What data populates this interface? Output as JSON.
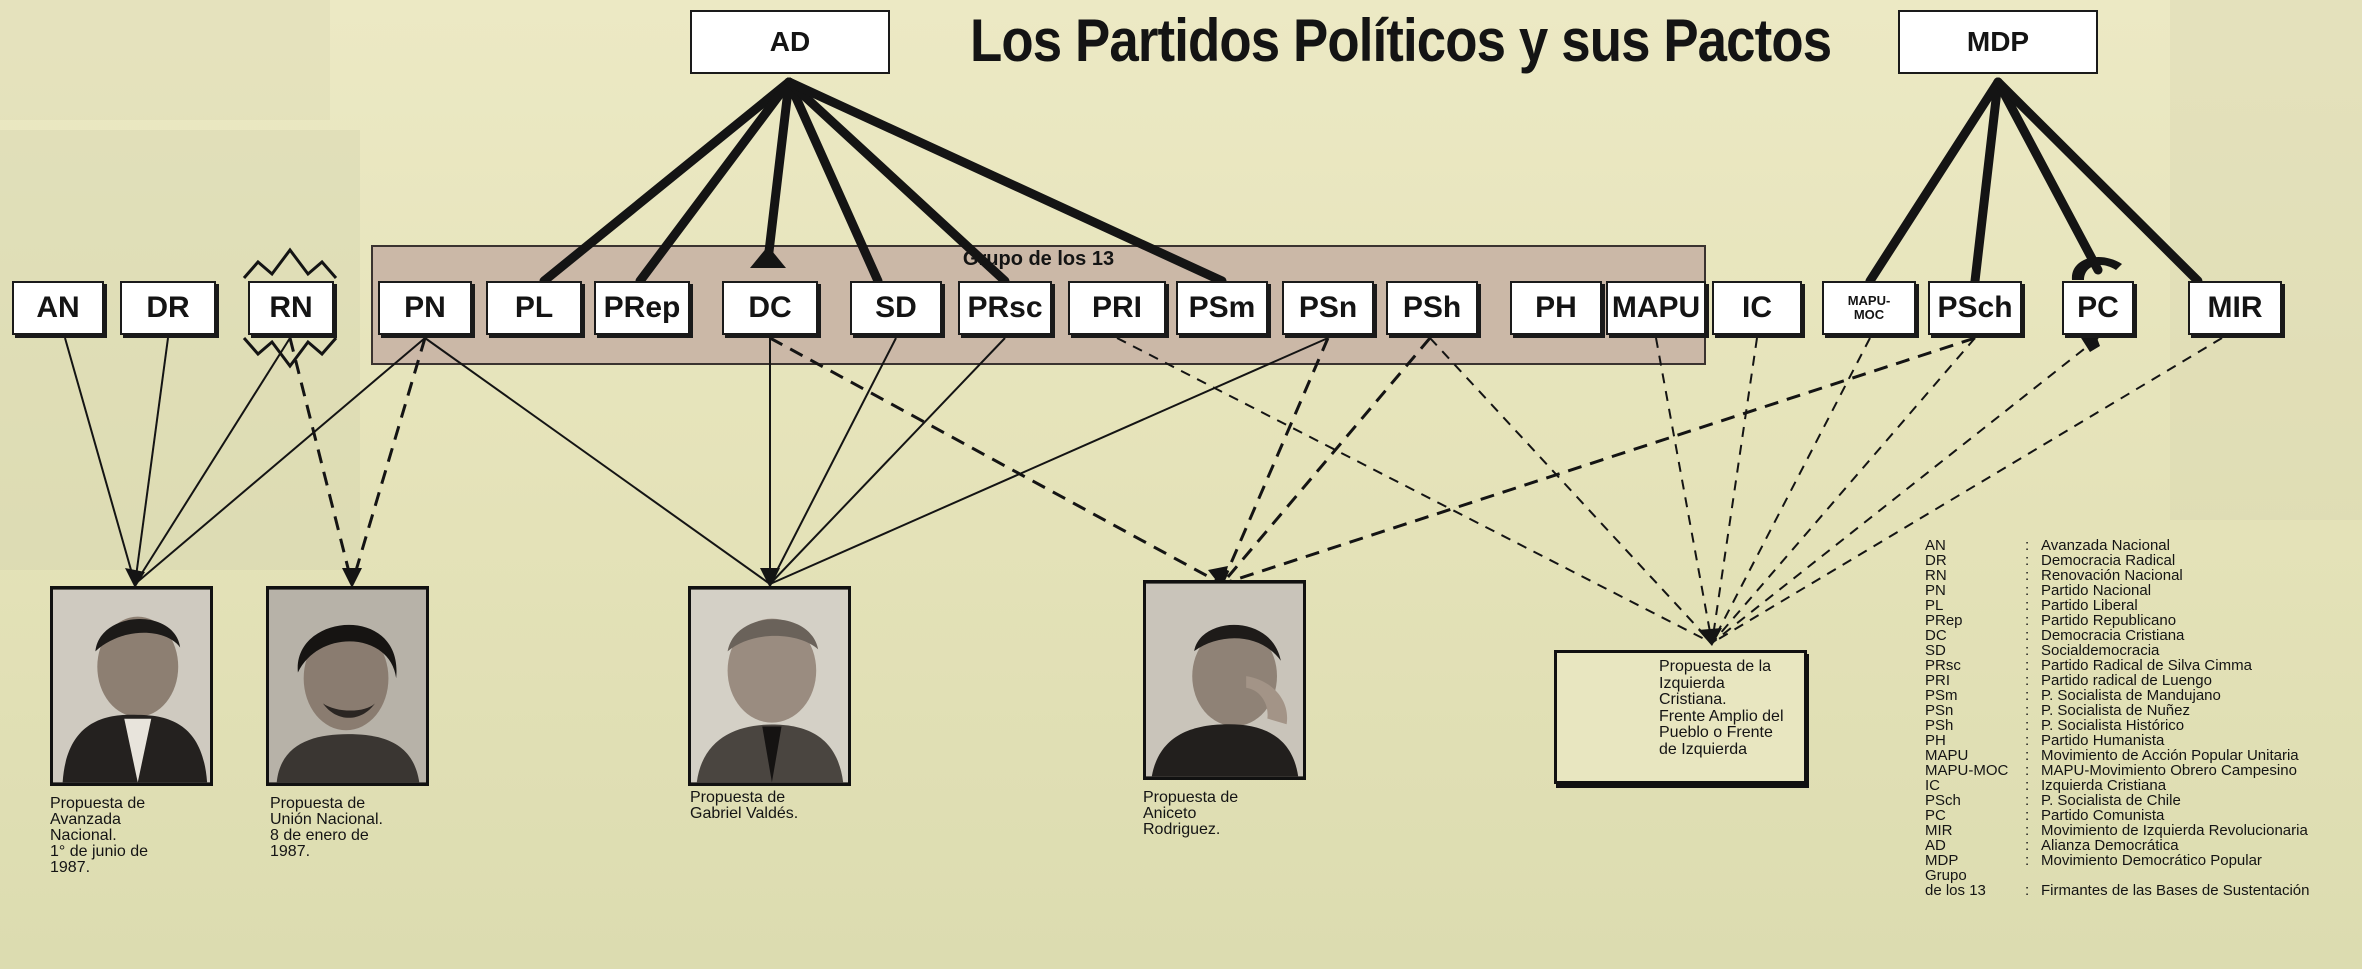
{
  "title": "Los Partidos Políticos y sus Pactos",
  "group_label": "Grupo de los 13",
  "pacts": {
    "ad": "AD",
    "mdp": "MDP"
  },
  "parties": {
    "an": "AN",
    "dr": "DR",
    "rn": "RN",
    "pn": "PN",
    "pl": "PL",
    "prep": "PRep",
    "dc": "DC",
    "sd": "SD",
    "prsc": "PRsc",
    "pri": "PRI",
    "psm": "PSm",
    "psn": "PSn",
    "psh": "PSh",
    "ph": "PH",
    "mapu": "MAPU",
    "ic": "IC",
    "mapu_moc": "MAPU-\nMOC",
    "psch": "PSch",
    "pc": "PC",
    "mir": "MIR"
  },
  "proposals": {
    "avanzada": "Propuesta de\nAvanzada\nNacional.\n1° de junio de\n1987.",
    "union": "Propuesta de\nUnión Nacional.\n8 de enero de\n1987.",
    "valdes": "Propuesta de\nGabriel Valdés.",
    "rodriguez": "Propuesta de\nAniceto\nRodriguez.",
    "izquierda": "Propuesta de la\nIzquierda\nCristiana.\nFrente Amplio del\nPueblo o Frente\nde Izquierda"
  },
  "legend": [
    {
      "abbr": "AN",
      "name": "Avanzada Nacional"
    },
    {
      "abbr": "DR",
      "name": "Democracia Radical"
    },
    {
      "abbr": "RN",
      "name": "Renovación Nacional"
    },
    {
      "abbr": "PN",
      "name": "Partido Nacional"
    },
    {
      "abbr": "PL",
      "name": "Partido Liberal"
    },
    {
      "abbr": "PRep",
      "name": "Partido Republicano"
    },
    {
      "abbr": "DC",
      "name": "Democracia Cristiana"
    },
    {
      "abbr": "SD",
      "name": "Socialdemocracia"
    },
    {
      "abbr": "PRsc",
      "name": "Partido Radical de Silva Cimma"
    },
    {
      "abbr": "PRI",
      "name": "Partido radical de Luengo"
    },
    {
      "abbr": "PSm",
      "name": "P. Socialista de Mandujano"
    },
    {
      "abbr": "PSn",
      "name": "P. Socialista de Nuñez"
    },
    {
      "abbr": "PSh",
      "name": "P. Socialista Histórico"
    },
    {
      "abbr": "PH",
      "name": "Partido Humanista"
    },
    {
      "abbr": "MAPU",
      "name": "Movimiento de Acción Popular Unitaria"
    },
    {
      "abbr": "MAPU-MOC",
      "name": "MAPU-Movimiento Obrero Campesino"
    },
    {
      "abbr": "IC",
      "name": "Izquierda Cristiana"
    },
    {
      "abbr": "PSch",
      "name": "P. Socialista de Chile"
    },
    {
      "abbr": "PC",
      "name": "Partido Comunista"
    },
    {
      "abbr": "MIR",
      "name": "Movimiento de Izquierda Revolucionaria"
    },
    {
      "abbr": "AD",
      "name": "Alianza Democrática"
    },
    {
      "abbr": "MDP",
      "name": "Movimiento Democrático Popular"
    },
    {
      "abbr": "Grupo\nde los 13",
      "name": "Firmantes de las Bases de Sustentación"
    }
  ],
  "legend_separator": ":"
}
